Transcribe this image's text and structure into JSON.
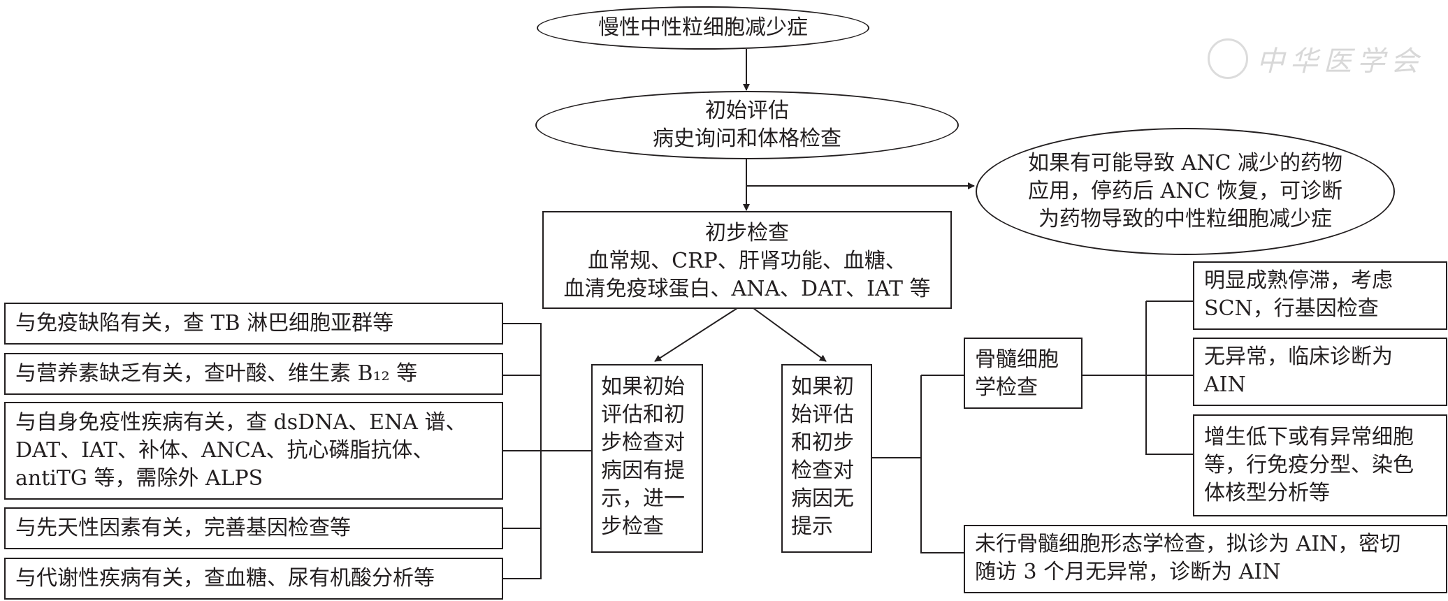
{
  "diagram": {
    "top": "慢性中性粒细胞减少症",
    "initial": [
      "初始评估",
      "病史询问和体格检查"
    ],
    "drug": [
      "如果有可能导致 ANC 减少的药物",
      "应用，停药后 ANC 恢复，可诊断",
      "为药物导致的中性粒细胞减少症"
    ],
    "prelim": [
      "初步检查",
      "血常规、CRP、肝肾功能、血糖、",
      "血清免疫球蛋白、ANA、DAT、IAT 等"
    ],
    "hint": [
      "如果初始",
      "评估和初",
      "步检查对",
      "病因有提",
      "示，进一",
      "步检查"
    ],
    "nohint": [
      "如果初",
      "始评估",
      "和初步",
      "检查对",
      "病因无",
      "提示"
    ],
    "causes": [
      [
        "与免疫缺陷有关，查 TB 淋巴细胞亚群等"
      ],
      [
        "与营养素缺乏有关，查叶酸、维生素 B₁₂ 等"
      ],
      [
        "与自身免疫性疾病有关，查 dsDNA、ENA 谱、",
        "DAT、IAT、补体、ANCA、抗心磷脂抗体、",
        "antiTG 等，需除外 ALPS"
      ],
      [
        "与先天性因素有关，完善基因检查等"
      ],
      [
        "与代谢性疾病有关，查血糖、尿有机酸分析等"
      ]
    ],
    "marrow": [
      "骨髓细胞",
      "学检查"
    ],
    "outcomes": [
      [
        "明显成熟停滞，考虑",
        "SCN，行基因检查"
      ],
      [
        "无异常，临床诊断为",
        "AIN"
      ],
      [
        "增生低下或有异常细胞",
        "等，行免疫分型、染色",
        "体核型分析等"
      ]
    ],
    "nomarrow": [
      "未行骨髓细胞形态学检查，拟诊为 AIN，密切",
      "随访 3 个月无异常，诊断为 AIN"
    ]
  },
  "watermark": "中华医学会"
}
